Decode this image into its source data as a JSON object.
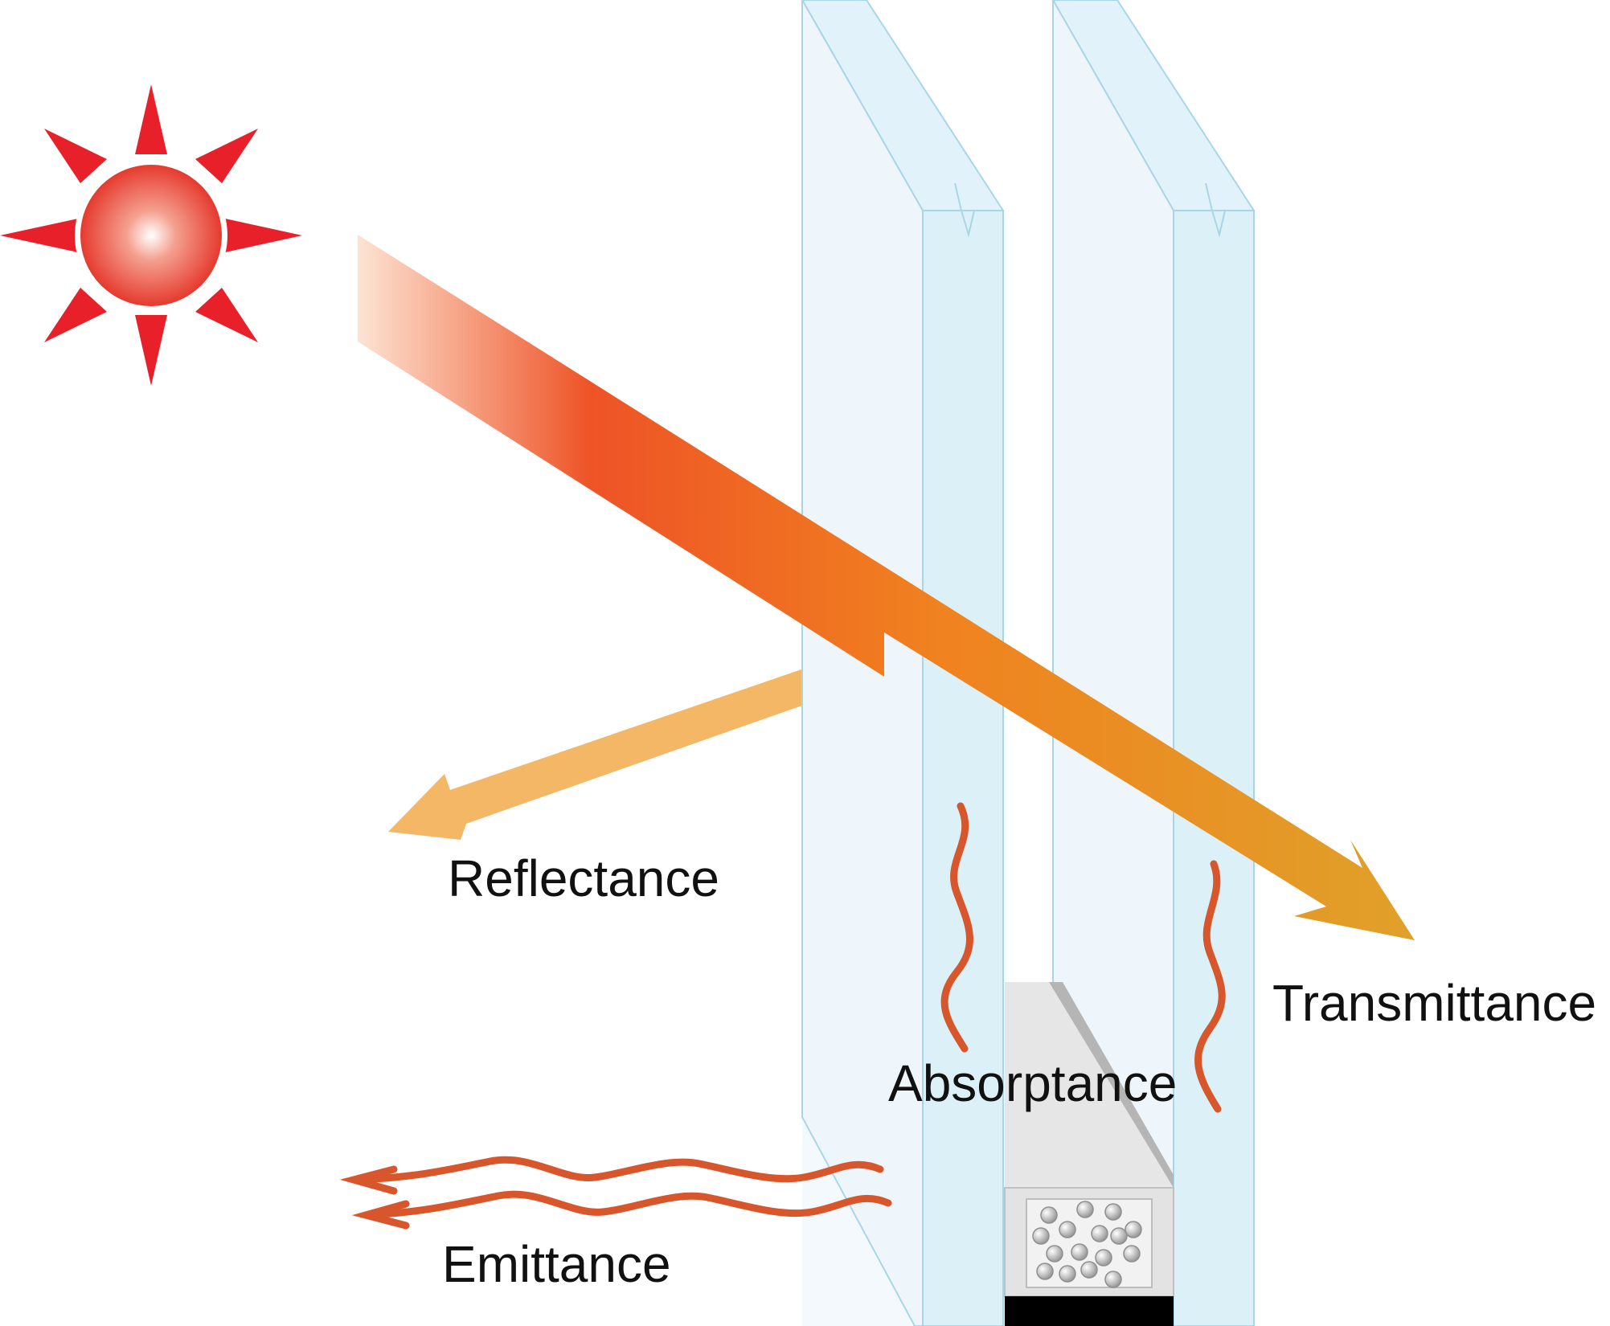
{
  "labels": {
    "reflectance": "Reflectance",
    "transmittance": "Transmittance",
    "absorptance": "Absorptance",
    "emittance": "Emittance"
  },
  "colors": {
    "sun_rays": "#e8202a",
    "sun_core": "#e53a2e",
    "beam_start": "#fde3d3",
    "beam_mid": "#ee5326",
    "beam_end": "#e5a02a",
    "reflected": "#f3b765",
    "heat_waves": "#d8562b",
    "glass_face": "#eef6fc",
    "glass_edge": "#d6eef7",
    "glass_outline": "#a9d6e6",
    "spacer": "#e6e6e6",
    "seal": "#000000"
  },
  "icons": {
    "sun": "sun-icon",
    "desiccant": "desiccant-beads-icon"
  }
}
